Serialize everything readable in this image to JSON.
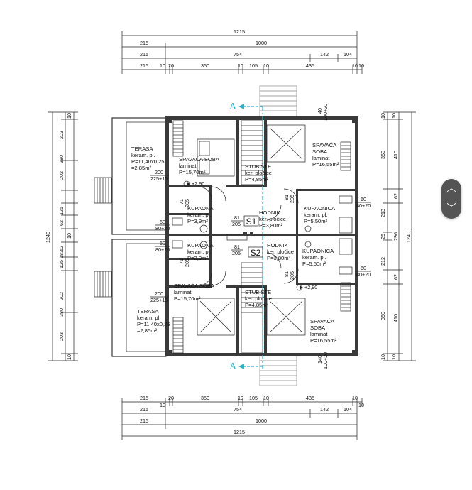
{
  "dims_top": {
    "overall": "1215",
    "second": [
      "215",
      "1000"
    ],
    "third": [
      "215",
      "754",
      "142",
      "104"
    ],
    "fourth": [
      "215",
      "10",
      "20",
      "350",
      "10",
      "105",
      "10",
      "435",
      "10",
      "10"
    ]
  },
  "dims_bottom": {
    "first": [
      "215",
      "10",
      "20",
      "350",
      "10",
      "105",
      "10",
      "435",
      "10",
      "10"
    ],
    "second": [
      "215",
      "754",
      "142",
      "104"
    ],
    "third": [
      "215",
      "1000"
    ],
    "overall": "1215"
  },
  "dims_left": {
    "outer": "1240",
    "mid": [
      "10",
      "203",
      "380",
      "202",
      "125",
      "62",
      "10",
      "62",
      "183",
      "125",
      "202",
      "380",
      "203",
      "10"
    ]
  },
  "dims_right": {
    "outer": "1240",
    "mid": [
      "10",
      "410",
      "62",
      "296",
      "62",
      "410",
      "10"
    ],
    "inner": [
      "10",
      "350",
      "213",
      "25",
      "212",
      "350",
      "10"
    ]
  },
  "section_mark": "A",
  "units": {
    "s1": "S1",
    "s2": "S2"
  },
  "rooms": {
    "terasa_top": [
      "TERASA",
      "keram. pl.",
      "P=11,40x0,25",
      "=2,85m²"
    ],
    "spavaca_left_top": [
      "SPAVAĆA SOBA",
      "laminat",
      "P=15,70m²"
    ],
    "stubiste_top": [
      "STUBIŠTE",
      "ker. pločice",
      "P=4,85m²"
    ],
    "spavaca_right_top": [
      "SPAVAĆA",
      "SOBA",
      "laminat",
      "P=16,55m²"
    ],
    "kupaona_top": [
      "KUPAONA",
      "keram. pl.",
      "P=3,9m²"
    ],
    "hodnik_top": [
      "HODNIK",
      "ker. pločice",
      "P=3,80m²"
    ],
    "kupaonica_top": [
      "KUPAONICA",
      "keram. pl.",
      "P=5,50m²"
    ],
    "kupaona_bottom": [
      "KUPAONA",
      "keram. pl.",
      "P=3,9m²"
    ],
    "hodnik_bottom": [
      "HODNIK",
      "ker. pločice",
      "P=3,80m²"
    ],
    "kupaonica_bottom": [
      "KUPAONICA",
      "keram. pl.",
      "P=5,50m²"
    ],
    "spavaca_left_bottom": [
      "SPAVAĆA SOBA",
      "laminat",
      "P=15,70m²"
    ],
    "stubiste_bottom": [
      "STUBIŠTE",
      "ker. pločice",
      "P=4,85m²"
    ],
    "terasa_bottom": [
      "TERASA",
      "keram. pl.",
      "P=11,40x0,25",
      "=2,85m²"
    ],
    "spavaca_right_bottom": [
      "SPAVAĆA",
      "SOBA",
      "laminat",
      "P=16,55m²"
    ]
  },
  "window_tags": {
    "w200_225_top": [
      "200",
      "225+15"
    ],
    "w200_225_bottom": [
      "200",
      "225+15"
    ],
    "w60_80_left_top": [
      "60",
      "80+20"
    ],
    "w60_80_left_bottom": [
      "60",
      "80+20"
    ],
    "w60_80_right_top": [
      "60",
      "80+20"
    ],
    "w60_80_right_bottom": [
      "60",
      "80+20"
    ],
    "door81_205_top": [
      "81",
      "205"
    ],
    "door81_205_mid": [
      "81",
      "205"
    ],
    "door71_205_top": [
      "71",
      "205"
    ],
    "door71_205_bottom": [
      "71",
      "205"
    ],
    "door81_205_right_top": [
      "81",
      "205"
    ],
    "door81_205_right_bottom": [
      "81",
      "205"
    ],
    "w40_100_top": [
      "40",
      "100+20"
    ],
    "w140_100_bottom": [
      "140",
      "100+20"
    ]
  },
  "levels": {
    "top": "+2,90",
    "bottom": "+2,90"
  },
  "nav": {
    "up_icon": "chevron-up-icon",
    "down_icon": "chevron-down-icon",
    "up_glyph": "︿",
    "down_glyph": "﹀"
  }
}
